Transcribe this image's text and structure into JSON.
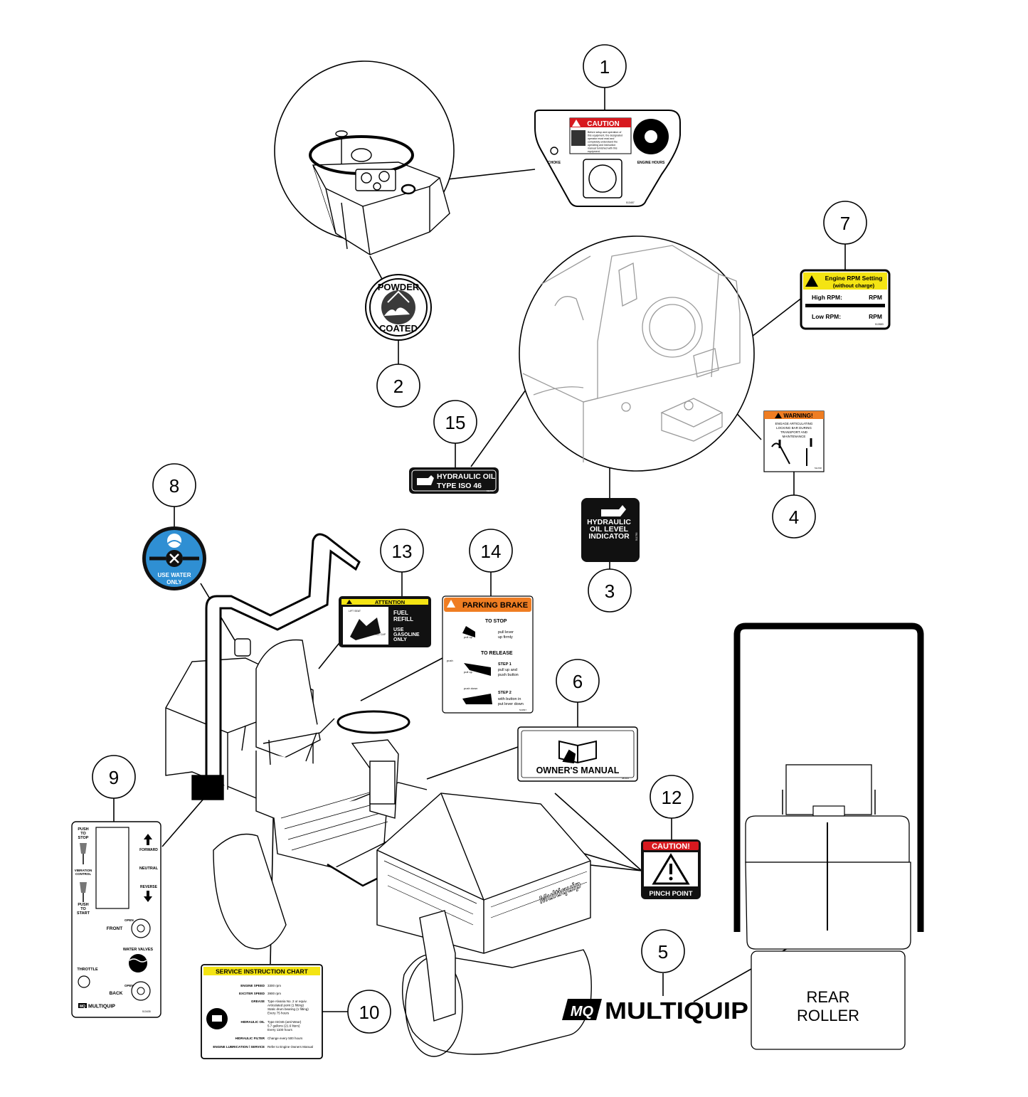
{
  "callouts": {
    "c1": "1",
    "c2": "2",
    "c3": "3",
    "c4": "4",
    "c5": "5",
    "c6": "6",
    "c7": "7",
    "c8": "8",
    "c9": "9",
    "c10": "10",
    "c12": "12",
    "c13": "13",
    "c14": "14",
    "c15": "15"
  },
  "decal1": {
    "caution": "CAUTION",
    "body": [
      "Before setup and operation of",
      "this equipment, the designated",
      "operator must read and",
      "completely understand the",
      "operating and instruction",
      "manual furnished with this",
      "equipment."
    ],
    "choke": "CHOKE",
    "engine_hours": "ENGINE HOURS",
    "part": "513457"
  },
  "decal2": {
    "top": "POWDER",
    "bottom": "COATED"
  },
  "decal3": {
    "line1": "HYDRAULIC",
    "line2": "OIL LEVEL",
    "line3": "INDICATOR",
    "part": "511790"
  },
  "decal4": {
    "header": "WARNING!",
    "body": [
      "ENGAGE ARTICULATING",
      "LOCKING BAR DURING",
      "TRANSPORT AND",
      "MAINTENANCE"
    ],
    "part": "511708"
  },
  "decal5": {
    "brand": "MULTIQUIP",
    "mq": "MQ"
  },
  "decal6": {
    "title": "OWNER'S MANUAL",
    "part": "481024"
  },
  "decal7": {
    "title": "Engine RPM Setting",
    "subtitle": "(without charge)",
    "high": "High RPM:",
    "low": "Low RPM:",
    "unit_high": "RPM",
    "unit_low": "RPM",
    "part": "513583"
  },
  "decal8": {
    "line1": "USE WATER",
    "line2": "ONLY"
  },
  "decal9": {
    "push_to_stop": [
      "PUSH",
      "TO",
      "STOP"
    ],
    "vibration": [
      "VIBRATION",
      "CONTROL"
    ],
    "push_to_start": [
      "PUSH",
      "TO",
      "START"
    ],
    "forward": "FORWARD",
    "neutral": "NEUTRAL",
    "reverse": "REVERSE",
    "open": "OPEN",
    "front": "FRONT",
    "water_valves": "WATER VALVES",
    "throttle": "THROTTLE",
    "back": "BACK",
    "brand": "MULTIQUIP",
    "mq": "MQ",
    "part": "513435"
  },
  "decal10": {
    "title": "SERVICE INSTRUCTION CHART",
    "rows": [
      {
        "label": "ENGINE SPEED",
        "value": [
          "3300 rpm"
        ]
      },
      {
        "label": "EXCITER SPEED",
        "value": [
          "3900 rpm"
        ]
      },
      {
        "label": "GREASE",
        "value": [
          "Type Alvania No. 2 or equiv.",
          "Articulated point (1 fitting)",
          "Static drum bearing (1 fitting)",
          "Every 75 hours"
        ]
      },
      {
        "label": "HIDRAULIC OIL",
        "value": [
          "Type ISO46 (anti-Wear)",
          "5.7 gallons (21.6 liters)",
          "Every 1100 hours"
        ]
      },
      {
        "label": "HIDRAULIC FILTER",
        "value": [
          "Change every 500 hours"
        ]
      },
      {
        "label": "ENGINE LUBRICATION / SERVICE",
        "value": [
          "Refer to Engine Owners Manual"
        ]
      }
    ]
  },
  "decal12": {
    "header": "CAUTION!",
    "footer": "PINCH POINT"
  },
  "decal13": {
    "header": "ATTENTION",
    "line1": "FUEL",
    "line2": "REFILL",
    "line3": "USE",
    "line4": "GASOLINE",
    "line5": "ONLY",
    "lift": "LIFT SEAT",
    "cap": "FILL CAP"
  },
  "decal14": {
    "header": "PARKING BRAKE",
    "to_stop": "TO STOP",
    "stop_text": [
      "pull lever",
      "up firmly"
    ],
    "pull_up": "pull up",
    "to_release": "TO RELEASE",
    "step1": "STEP 1",
    "step1_text": [
      "pull up and",
      "push button"
    ],
    "push": "push",
    "step2": "STEP 2",
    "step2_text": [
      "with button in",
      "put lever down"
    ],
    "push_down": "push down",
    "part": "513567"
  },
  "decal15": {
    "line1": "HYDRAULIC OIL",
    "line2": "TYPE ISO 46",
    "part": "511789"
  },
  "rear_roller": {
    "line1": "REAR",
    "line2": "ROLLER"
  },
  "machine_brand": "Multiquip"
}
